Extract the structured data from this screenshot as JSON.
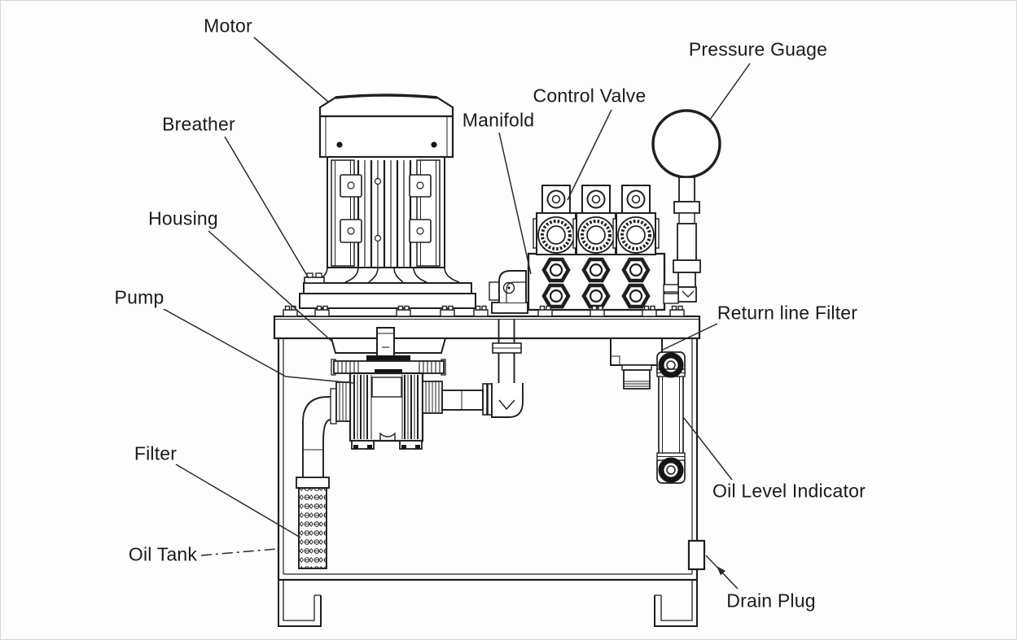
{
  "diagram": {
    "subject": "Hydraulic power unit labeled line drawing",
    "background_color": "#fdfdfd",
    "line_color": "#1f1f1f",
    "text_color": "#1a1a1a"
  },
  "labels": [
    {
      "id": "motor",
      "text": "Motor"
    },
    {
      "id": "breather",
      "text": "Breather"
    },
    {
      "id": "housing",
      "text": "Housing"
    },
    {
      "id": "pump",
      "text": "Pump"
    },
    {
      "id": "filter",
      "text": "Filter"
    },
    {
      "id": "oil-tank",
      "text": "Oil Tank"
    },
    {
      "id": "manifold",
      "text": "Manifold"
    },
    {
      "id": "control-valve",
      "text": "Control Valve"
    },
    {
      "id": "pressure-guage",
      "text": "Pressure Guage"
    },
    {
      "id": "return-line-filter",
      "text": "Return line Filter"
    },
    {
      "id": "oil-level-indicator",
      "text": "Oil Level Indicator"
    },
    {
      "id": "drain-plug",
      "text": "Drain Plug"
    }
  ]
}
